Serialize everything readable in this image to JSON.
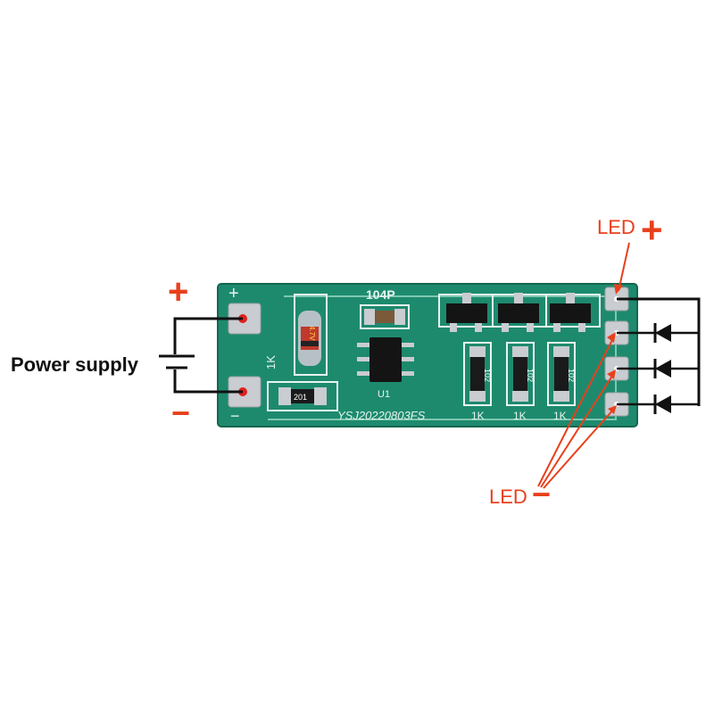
{
  "power": {
    "label": "Power supply",
    "plus_sign": "+",
    "minus_sign": "−"
  },
  "led_positive": {
    "text": "LED",
    "sign": "+"
  },
  "led_negative": {
    "text": "LED",
    "sign": "−"
  },
  "board": {
    "silk_plus": "+",
    "silk_minus": "−",
    "cap_marking": "104P",
    "chip_marking": "U1",
    "serial": "YSJ20220803FS",
    "res_label_left": "1K",
    "res_marking_left": "201",
    "res_codes": [
      "102",
      "102",
      "102"
    ],
    "res_labels": [
      "1K",
      "1K",
      "1K"
    ],
    "zener_marking": "4.7V"
  },
  "colors": {
    "pcb": "#1d8a6e",
    "accent_red": "#e8401c",
    "silkscreen": "#e8f4ef",
    "wire": "#111111"
  }
}
